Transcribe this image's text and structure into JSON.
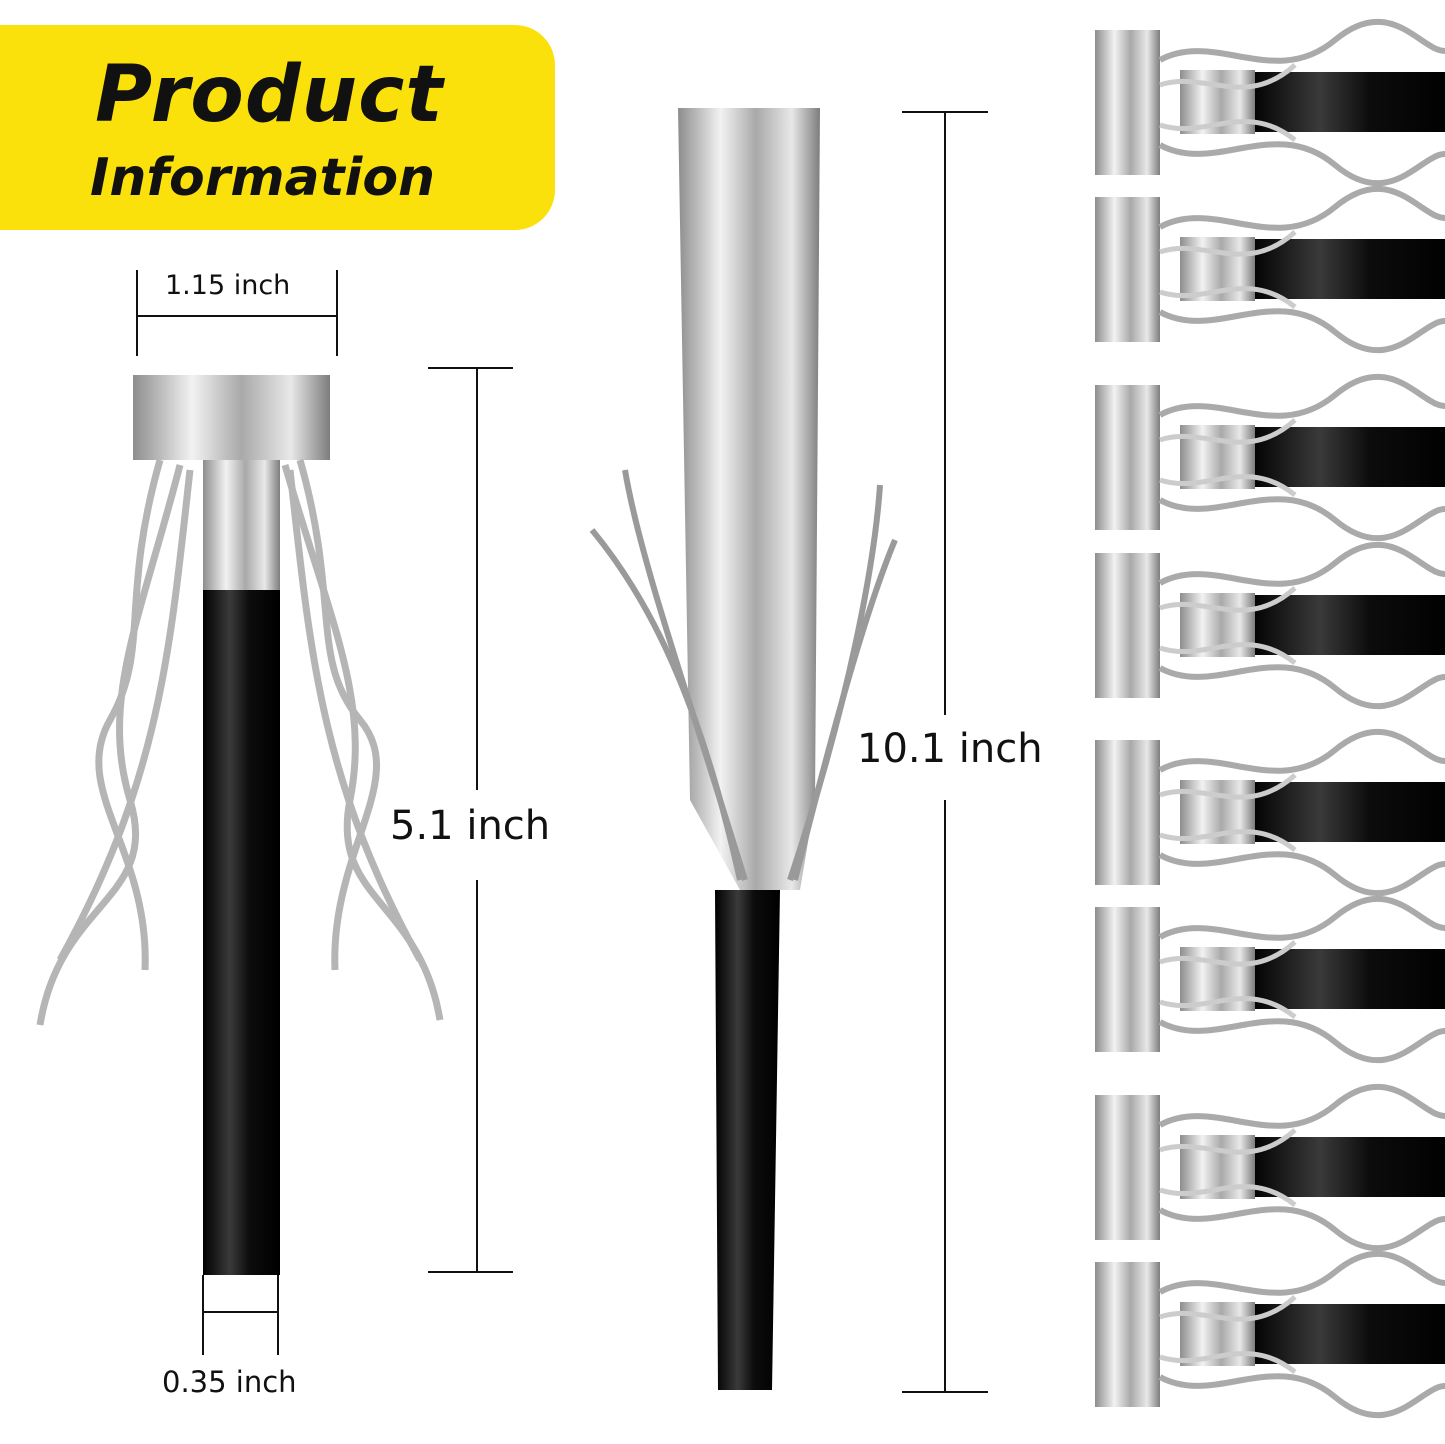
{
  "banner": {
    "line1": "Product",
    "line2": "Information",
    "color": "#fbe10b"
  },
  "dimensions": {
    "cap_width": "1.15 inch",
    "short_length": "5.1 inch",
    "tube_diameter": "0.35 inch",
    "extended_length": "10.1 inch"
  },
  "colors": {
    "foil": "#c8c8c8",
    "tube": "#151515"
  }
}
